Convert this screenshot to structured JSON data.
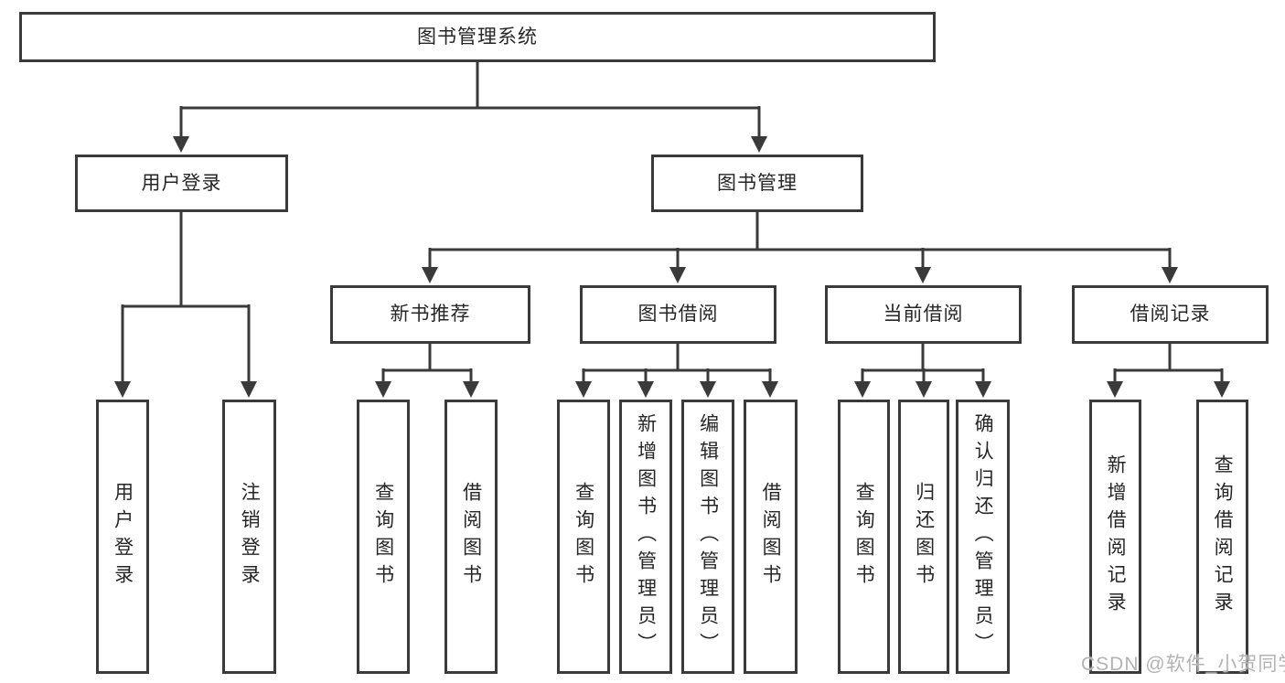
{
  "tree": {
    "root": {
      "label": "图书管理系统"
    },
    "branches": [
      {
        "label": "用户登录",
        "leaves": [
          {
            "label": "用户登录"
          },
          {
            "label": "注销登录"
          }
        ]
      },
      {
        "label": "图书管理",
        "groups": [
          {
            "label": "新书推荐",
            "leaves": [
              {
                "label": "查询图书"
              },
              {
                "label": "借阅图书"
              }
            ]
          },
          {
            "label": "图书借阅",
            "leaves": [
              {
                "label": "查询图书"
              },
              {
                "label": "新增图书（管理员）"
              },
              {
                "label": "编辑图书（管理员）"
              },
              {
                "label": "借阅图书"
              }
            ]
          },
          {
            "label": "当前借阅",
            "leaves": [
              {
                "label": "查询图书"
              },
              {
                "label": "归还图书"
              },
              {
                "label": "确认归还（管理员）"
              }
            ]
          },
          {
            "label": "借阅记录",
            "leaves": [
              {
                "label": "新增借阅记录"
              },
              {
                "label": "查询借阅记录"
              }
            ]
          }
        ]
      }
    ]
  },
  "watermark": {
    "text": "CSDN @软件_小贺同学"
  },
  "colors": {
    "box_border": "#3a3a3a",
    "connector": "#3a3a3a",
    "text": "#262626",
    "watermark": "#b3b3b3",
    "background": "#ffffff"
  }
}
